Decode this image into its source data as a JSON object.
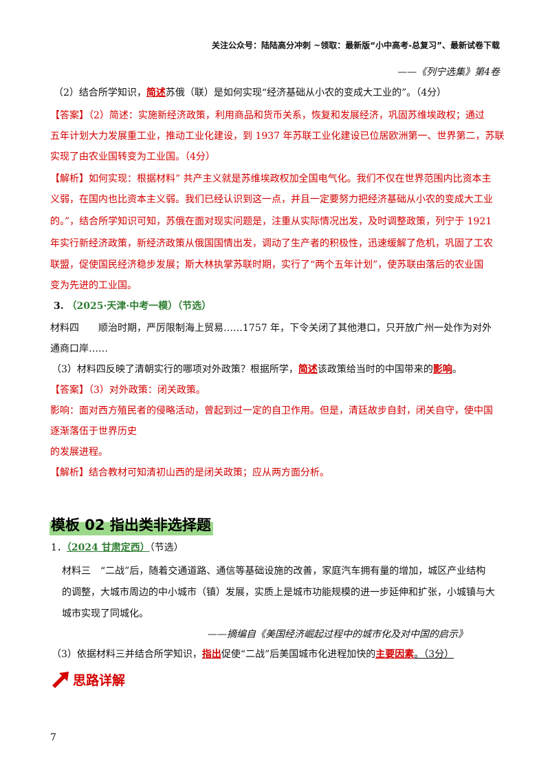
{
  "header": {
    "text": "关注公众号：陆陆高分冲刺 ~领取：最新版“小中高考-总复习”、最新试卷下载"
  },
  "sec1": {
    "citation": "——《列宁选集》第4卷",
    "q2_pre": "（2）结合所学知识，",
    "q2_kw": "简述",
    "q2_post": "苏俄（联）是如何实现“经济基础从小农的变成大工业的”。（4分）",
    "ans_l1": "【答案】（2）简述：实施新经济政策，利用商品和货币关系，恢复和发展经济，巩固苏维埃政权；通过",
    "ans_l2": "五年计划大力发展重工业，推动工业化建设，到 1937 年苏联工业化建设已位居欧洲第一、世界第二，苏联",
    "ans_l3": "实现了由农业国转变为工业国。（4分）",
    "ana_l1": "【解析】如何实现：根据材料” 共产主义就是苏维埃政权加全国电气化。我们不仅在世界范围内比资本主",
    "ana_l2": "义弱，在国内也比资本主义弱。我们已经认识到这一点，并且一定要努力把经济基础从小农的变成大工业",
    "ana_l3": "的。”，结合所学知识可知，苏俄在面对现实问题是，注重从实际情况出发，及时调整政策，列宁于 1921",
    "ana_l4": "年实行新经济政策，新经济政策从俄国国情出发，调动了生产者的积极性，迅速缓解了危机，巩固了工农",
    "ana_l5": "联盟，促使国民经济稳步发展；斯大林执掌苏联时期，实行了“两个五年计划”，使苏联由落后的农业国",
    "ana_l6": "变为先进的工业国。"
  },
  "q3": {
    "num": "3.",
    "source": "（2025·天津·中考一模）（节选）",
    "mat_l1": "材料四　　顺治时期，严厉限制海上贸易……1757 年，下令关闭了其他港口，只开放广州一处作为对外",
    "mat_l2": "通商口岸……",
    "q_pre": "（3）材料四反映了清朝实行的哪项对外政策？根据所学，",
    "q_kw1": "简述",
    "q_mid": "该政策给当时的中国带来的",
    "q_kw2": "影响",
    "q_end": "。",
    "ans": "【答案】（3）对外政策：闭关政策。",
    "imp_l1": "影响：面对西方殖民者的侵略活动，曾起到过一定的自卫作用。但是，清廷故步自封，闭关自守，使中国",
    "imp_l2": "逐渐落伍于世界历史",
    "imp_l3": "的发展进程。",
    "ana": "【解析】结合教材可知清初山西的是闭关政策；应从两方面分析。"
  },
  "template2": {
    "title": "模板 02 指出类非选择题",
    "q1_num": "1．",
    "q1_source": "（2024 甘肃定西）",
    "q1_tag": "（节选）",
    "mat_l1": "材料三　“二战”后，随着交通道路、通信等基础设施的改善，家庭汽车拥有量的增加，城区产业结构",
    "mat_l2": "的调整，大城市周边的中小城市（镇）发展，实质上是城市功能规模的进一步延伸和扩张，小城镇与大",
    "mat_l3": "城市实现了同城化。",
    "mat_cite": "——摘编自《美国经济崛起过程中的城市化及对中国的启示》",
    "q3_pre": "（3）依据材料三并结合所学知识，",
    "q3_kw": "指出",
    "q3_mid": "促使“二战”后美国城市化进程加快的",
    "q3_kw2": "主要因素",
    "q3_end": "。（3分）",
    "think": "思路详解"
  },
  "footer": {
    "page": "7"
  }
}
